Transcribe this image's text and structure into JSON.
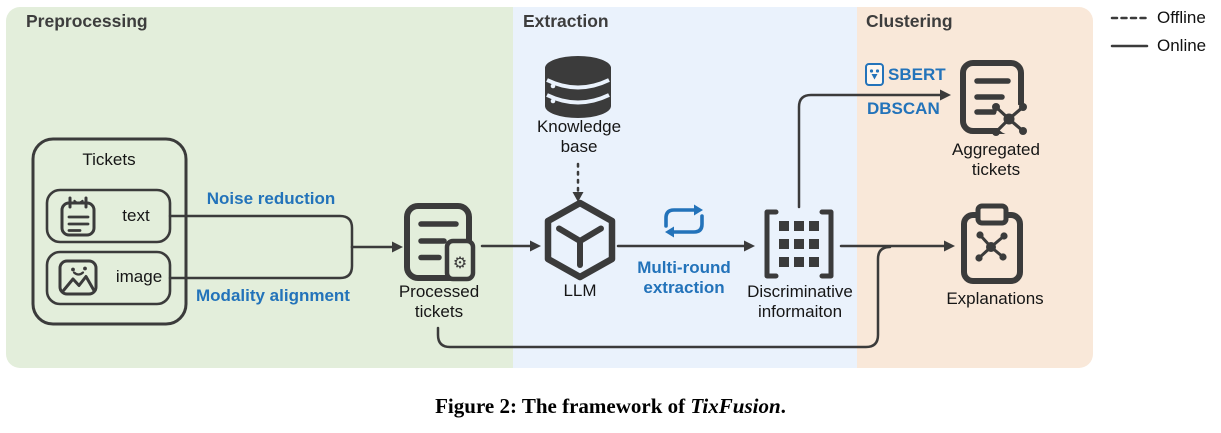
{
  "colors": {
    "region_green": "#e3eedb",
    "region_blue": "#eaf2fc",
    "region_peach": "#f9e8d9",
    "stroke_dark": "#3b3b3b",
    "accent_blue": "#2373ba"
  },
  "regions": {
    "preprocessing": "Preprocessing",
    "extraction": "Extraction",
    "clustering": "Clustering"
  },
  "nodes": {
    "tickets": "Tickets",
    "ticket_text": "text",
    "ticket_image": "image",
    "processed_tickets": "Processed tickets",
    "knowledge_base": "Knowledge base",
    "llm": "LLM",
    "discriminative": "Discriminative informaiton",
    "aggregated": "Aggregated tickets",
    "explanations": "Explanations"
  },
  "edge_labels": {
    "noise_reduction": "Noise reduction",
    "modality_alignment": "Modality alignment",
    "multi_round": "Multi-round extraction",
    "sbert": "SBERT",
    "dbscan": "DBSCAN"
  },
  "legend": {
    "offline": "Offline",
    "online": "Online"
  },
  "caption": {
    "prefix": "Figure 2: The framework of ",
    "emphasis": "TixFusion",
    "suffix": "."
  }
}
